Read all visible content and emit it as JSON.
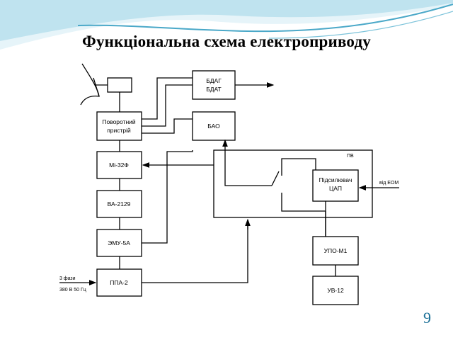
{
  "slide": {
    "title": "Функціональна схема електроприводу",
    "page_number": "9",
    "colors": {
      "accent": "#1a6f96",
      "wave_light": "#bfe3ef",
      "wave_dark": "#4aa8c8"
    }
  },
  "diagram": {
    "blocks": {
      "rotary_device": [
        "Поворотний",
        "пристрій"
      ],
      "mi32f": "Мі-32Ф",
      "va2129": "ВА-2129",
      "emu5a": "ЭМУ-5А",
      "ppa2": "ППА-2",
      "bdag": [
        "БДАГ",
        "БДАТ"
      ],
      "bao": "БАО",
      "amplifier": [
        "Підсилювач",
        "ЦАП"
      ],
      "upo_m1": "УПО-М1",
      "uv12": "УВ-12"
    },
    "labels": {
      "pv": "ПВ",
      "from_computer": "від ЕОМ",
      "three_phases": "3 фази",
      "voltage": "380 В 50 Гц"
    },
    "icons": {
      "antenna": "dish-antenna-icon"
    }
  }
}
